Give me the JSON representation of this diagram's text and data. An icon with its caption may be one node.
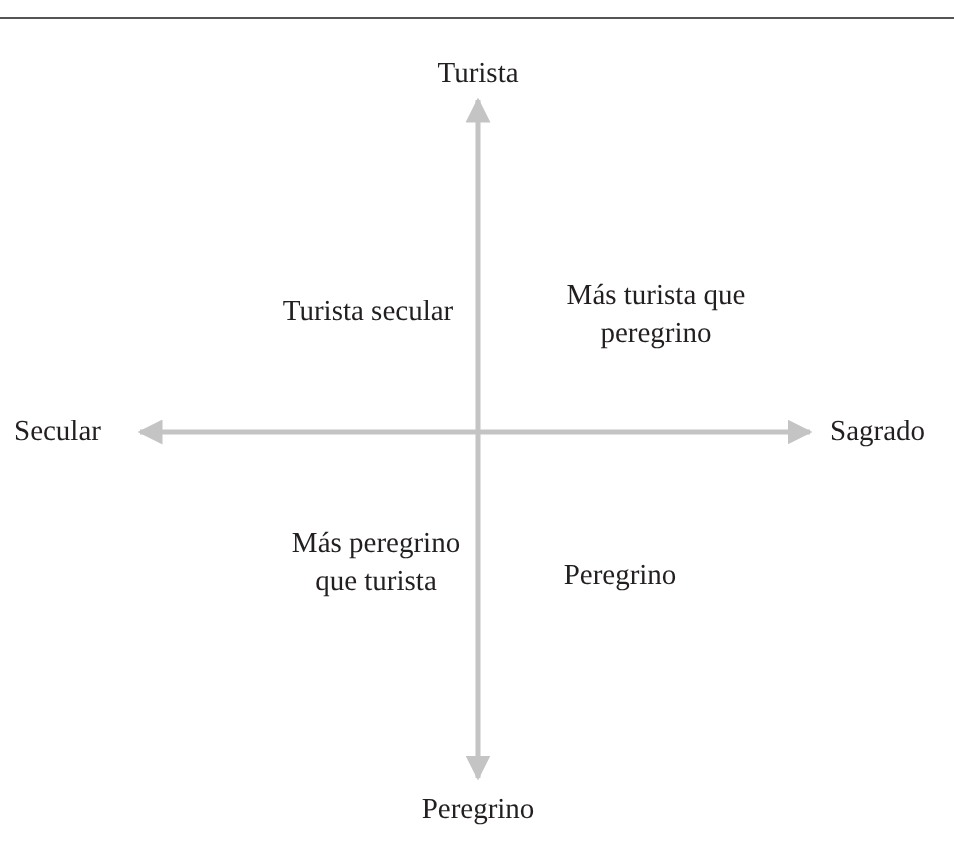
{
  "diagram": {
    "labels": [
      "Turista",
      "Turista secular",
      "Más turista que peregrino",
      "Secular",
      "Sagrado",
      "Más peregrino que turista",
      "Peregrino",
      "Peregrino"
    ]
  }
}
